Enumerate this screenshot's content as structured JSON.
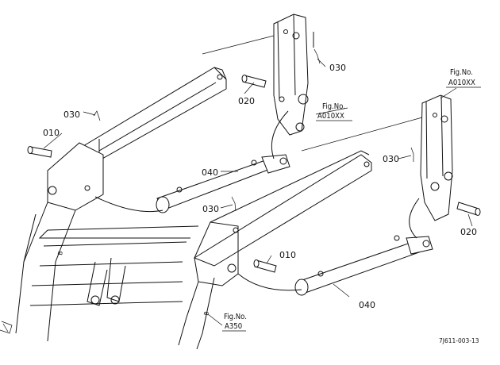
{
  "parts": {
    "p010a": "010",
    "p010b": "010",
    "p020a": "020",
    "p020b": "020",
    "p030a": "030",
    "p030b": "030",
    "p030c": "030",
    "p030d": "030",
    "p040a": "040",
    "p040b": "040"
  },
  "figures": {
    "fig_a010_1": "Fig.No.",
    "fig_a010_1_code": "A010XX",
    "fig_a010_2": "Fig.No.",
    "fig_a010_2_code": "A010XX",
    "fig_a350": "Fig.No.",
    "fig_a350_code": "A350"
  },
  "drawing_code": "7J611-003-13"
}
